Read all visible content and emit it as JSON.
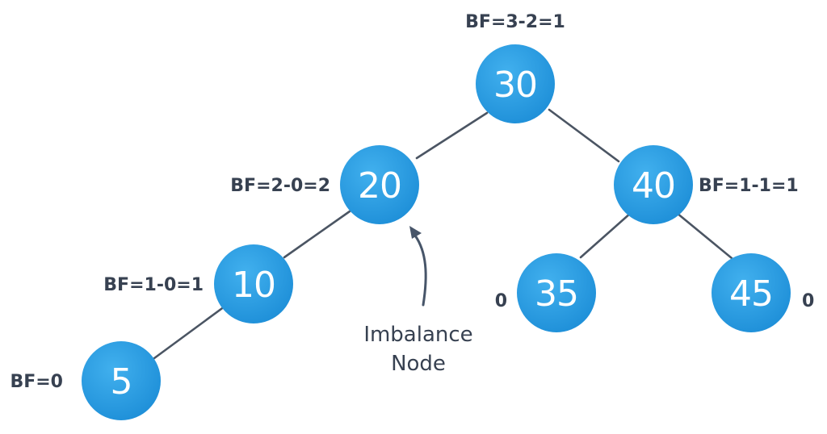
{
  "colors": {
    "node_fill_light": "#41b0ee",
    "node_fill_dark": "#1e8fd8",
    "node_text": "#ffffff",
    "edge": "#4b5563",
    "label_text": "#374151"
  },
  "nodes": [
    {
      "id": "n30",
      "value": "30",
      "balance_label": "BF=3-2=1"
    },
    {
      "id": "n20",
      "value": "20",
      "balance_label": "BF=2-0=2"
    },
    {
      "id": "n40",
      "value": "40",
      "balance_label": "BF=1-1=1"
    },
    {
      "id": "n10",
      "value": "10",
      "balance_label": "BF=1-0=1"
    },
    {
      "id": "n35",
      "value": "35",
      "balance_label": "0"
    },
    {
      "id": "n45",
      "value": "45",
      "balance_label": "0"
    },
    {
      "id": "n5",
      "value": "5",
      "balance_label": "BF=0"
    }
  ],
  "edges": [
    {
      "from": "n30",
      "to": "n20"
    },
    {
      "from": "n30",
      "to": "n40"
    },
    {
      "from": "n20",
      "to": "n10"
    },
    {
      "from": "n10",
      "to": "n5"
    },
    {
      "from": "n40",
      "to": "n35"
    },
    {
      "from": "n40",
      "to": "n45"
    }
  ],
  "annotation": {
    "line1": "Imbalance",
    "line2": "Node",
    "target": "n20"
  }
}
